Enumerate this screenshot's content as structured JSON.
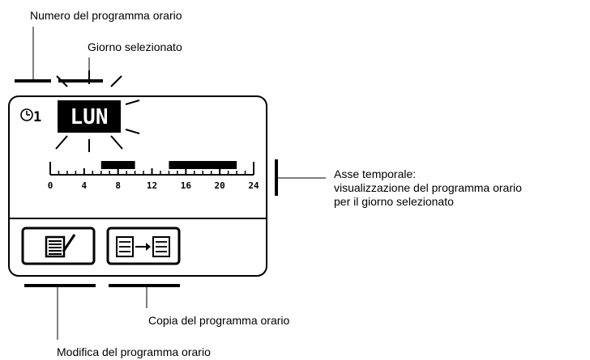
{
  "labels": {
    "numero_programma": "Numero del programma orario",
    "giorno_selezionato": "Giorno selezionato",
    "asse_temporale_lines": [
      "Asse temporale:",
      "visualizzazione del programma orario",
      "per il giorno selezionato"
    ],
    "copia_programma": "Copia del programma orario",
    "modifica_programma": "Modifica del programma orario"
  },
  "display": {
    "program_number": "1",
    "day": "LUN",
    "clock_icon": "clock-icon",
    "edit_icon": "edit-schedule-icon",
    "copy_icon": "copy-schedule-icon",
    "timeline": {
      "tick_labels": [
        "0",
        "4",
        "8",
        "12",
        "16",
        "20",
        "24"
      ],
      "range_hours": [
        0,
        24
      ],
      "active_periods": [
        [
          6,
          10
        ],
        [
          14,
          22
        ]
      ]
    }
  }
}
